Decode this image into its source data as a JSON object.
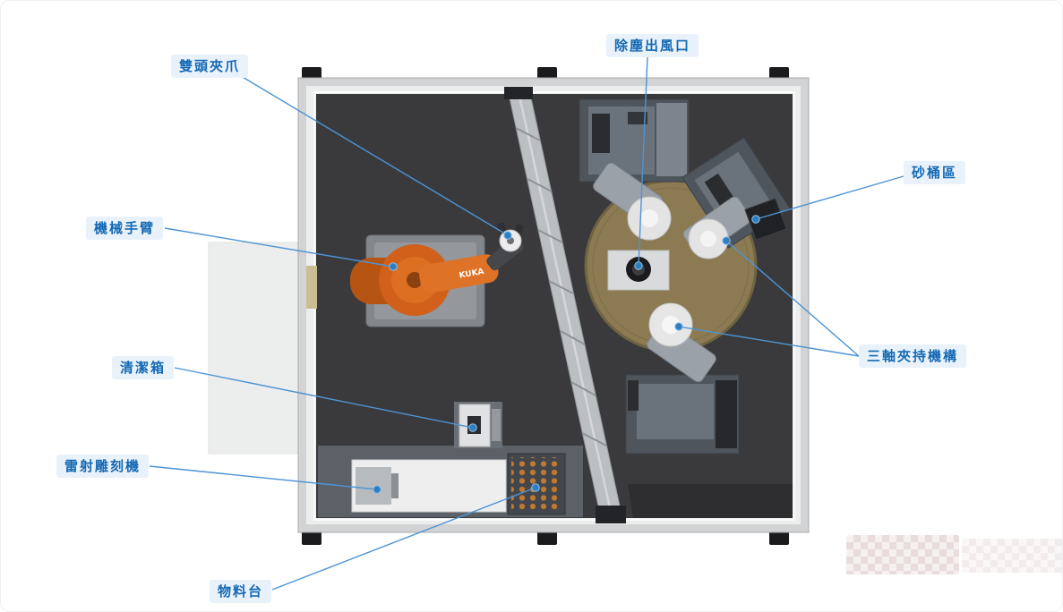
{
  "diagram": {
    "labels": {
      "dual_head_gripper": "雙頭夾爪",
      "dust_outlet": "除塵出風口",
      "sand_bucket_area": "砂桶區",
      "robot_arm": "機械手臂",
      "three_axis_clamp": "三軸夾持機構",
      "cleaning_box": "清潔箱",
      "laser_engraver": "雷射雕刻機",
      "material_table": "物料台"
    },
    "machine": {
      "robot_brand": "KUKA"
    },
    "colors": {
      "label_text": "#1569b3",
      "label_background": "#e9f2fb",
      "callout_line": "#4d94d6",
      "callout_dot": "#2e7fc2",
      "floor": "#3a3a3c",
      "robot_orange": "#d0601a",
      "sanding_disc": "#8c7b52"
    }
  }
}
